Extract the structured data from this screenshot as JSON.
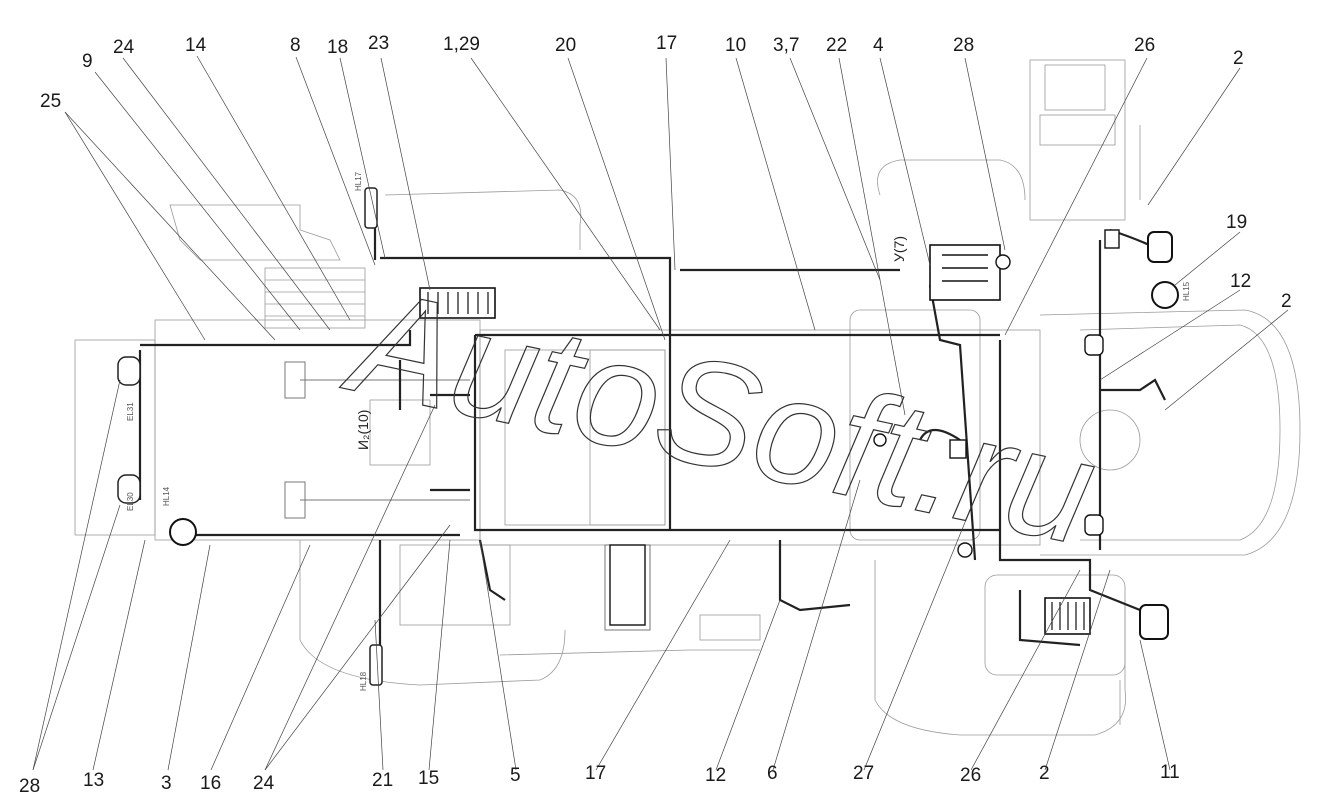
{
  "callouts_top": [
    "25",
    "9",
    "24",
    "14",
    "8",
    "18",
    "23",
    "1,29",
    "20",
    "17",
    "10",
    "3,7",
    "22",
    "4",
    "28",
    "26",
    "2",
    "19",
    "12",
    "2"
  ],
  "callouts_bottom": [
    "28",
    "13",
    "3",
    "16",
    "24",
    "21",
    "15",
    "5",
    "17",
    "12",
    "6",
    "27",
    "26",
    "2",
    "11"
  ],
  "inline_labels": {
    "ref_left": "И₂(10)",
    "ref_right": "У(7)",
    "hl17": "HL17",
    "hl18": "HL18",
    "hl14": "HL14",
    "hl15": "HL15",
    "el31": "EL31",
    "el30": "EL30"
  },
  "watermark": "AutoSoft.ru"
}
